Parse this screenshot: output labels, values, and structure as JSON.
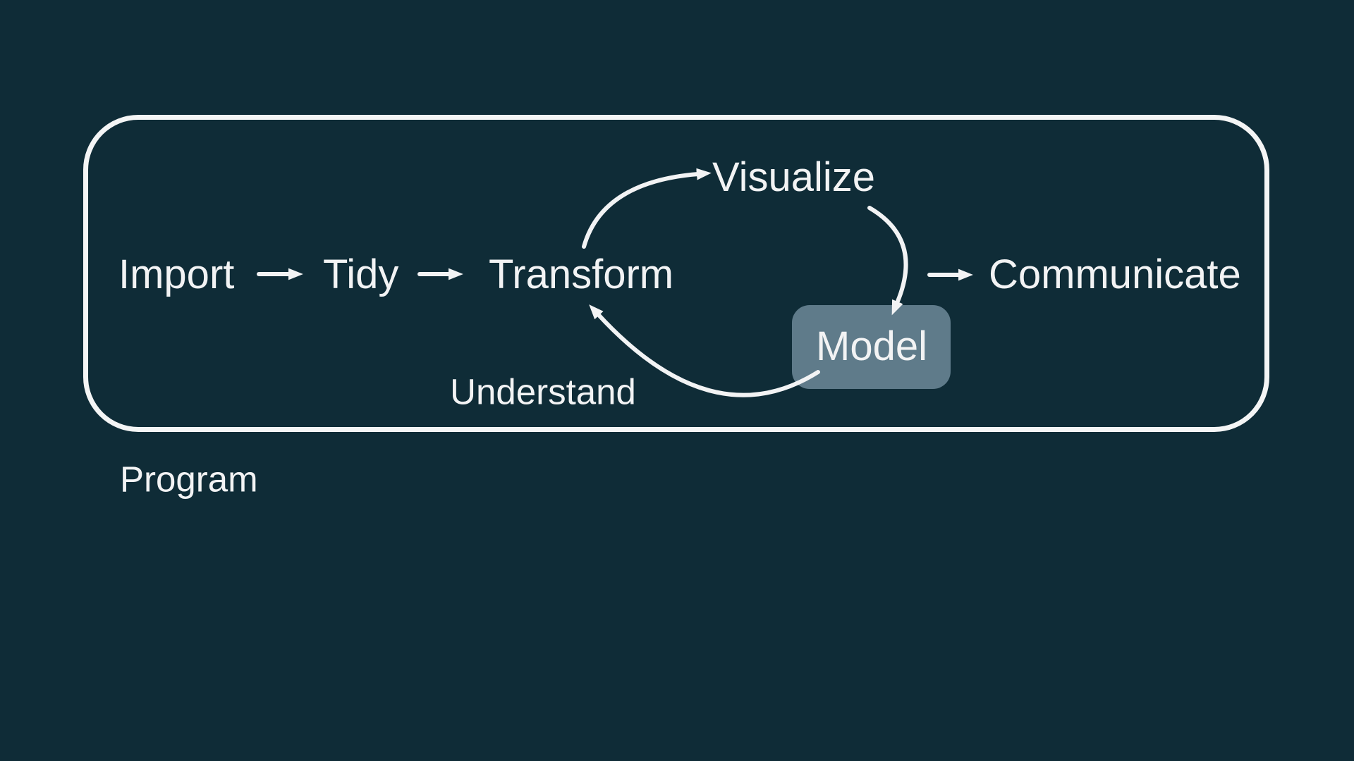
{
  "colors": {
    "background": "#0F2C37",
    "frame_border": "#F4F5F5",
    "text": "#F2F3F4",
    "arrow": "#F2F3F4",
    "model_box_bg": "#5F7B8A"
  },
  "workflow": {
    "stages": {
      "import": "Import",
      "tidy": "Tidy",
      "transform": "Transform",
      "visualize": "Visualize",
      "model": "Model",
      "communicate": "Communicate"
    },
    "groups": {
      "understand": "Understand",
      "program": "Program"
    }
  }
}
